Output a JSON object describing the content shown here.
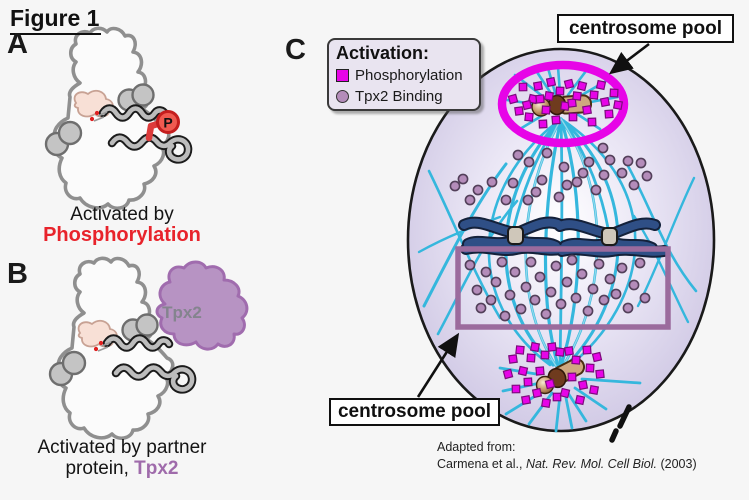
{
  "figure": {
    "title": "Figure 1"
  },
  "panels": {
    "a": {
      "label": "A",
      "caption_line1": "Activated by",
      "caption_line2": "Phosphorylation",
      "phosphate_label": "P"
    },
    "b": {
      "label": "B",
      "caption_line1": "Activated by partner",
      "caption_line2_prefix": "protein, ",
      "partner_name": "Tpx2",
      "blob_label": "Tpx2"
    },
    "c": {
      "label": "C"
    }
  },
  "legend": {
    "title": "Activation:",
    "items": [
      {
        "swatch": "magenta-square",
        "label": "Phosphorylation"
      },
      {
        "swatch": "purple-circle",
        "label": "Tpx2 Binding"
      }
    ]
  },
  "annotations": {
    "top_label": "centrosome pool",
    "bottom_label": "centrosome pool"
  },
  "citation": {
    "line1": "Adapted from:",
    "line2_prefix": "Carmena et al., ",
    "line2_journal": "Nat. Rev. Mol. Cell Biol.",
    "line2_suffix": " (2003)"
  },
  "colors": {
    "phosphorylation_magenta": "#e704e7",
    "magenta_border": "#7c0b7c",
    "tpx2_dot": "#b48cba",
    "tpx2_dot_border": "#53405a",
    "microtubule_cyan": "#35b7dd",
    "chromosome_navy": "#2f4f86",
    "activation_red": "#e8232b",
    "tpx2_purple": "#9f6bab"
  },
  "figure_c_markers": {
    "phospho_squares_top": [
      [
        513,
        99
      ],
      [
        519,
        111
      ],
      [
        523,
        87
      ],
      [
        529,
        117
      ],
      [
        533,
        99
      ],
      [
        538,
        86
      ],
      [
        543,
        124
      ],
      [
        546,
        110
      ],
      [
        549,
        96
      ],
      [
        551,
        82
      ],
      [
        556,
        120
      ],
      [
        560,
        91
      ],
      [
        565,
        106
      ],
      [
        569,
        84
      ],
      [
        572,
        103
      ],
      [
        573,
        117
      ],
      [
        577,
        96
      ],
      [
        582,
        86
      ],
      [
        587,
        110
      ],
      [
        592,
        122
      ],
      [
        594,
        95
      ],
      [
        601,
        85
      ],
      [
        605,
        102
      ],
      [
        609,
        114
      ],
      [
        614,
        93
      ],
      [
        618,
        105
      ],
      [
        527,
        105
      ],
      [
        540,
        99
      ]
    ],
    "phospho_squares_bottom": [
      [
        508,
        374
      ],
      [
        513,
        359
      ],
      [
        516,
        389
      ],
      [
        520,
        350
      ],
      [
        523,
        371
      ],
      [
        526,
        400
      ],
      [
        528,
        382
      ],
      [
        531,
        358
      ],
      [
        535,
        347
      ],
      [
        537,
        393
      ],
      [
        540,
        371
      ],
      [
        545,
        355
      ],
      [
        546,
        403
      ],
      [
        550,
        384
      ],
      [
        552,
        347
      ],
      [
        557,
        397
      ],
      [
        560,
        352
      ],
      [
        565,
        393
      ],
      [
        569,
        351
      ],
      [
        572,
        377
      ],
      [
        576,
        360
      ],
      [
        580,
        400
      ],
      [
        583,
        385
      ],
      [
        587,
        350
      ],
      [
        590,
        368
      ],
      [
        594,
        390
      ],
      [
        597,
        357
      ],
      [
        600,
        374
      ]
    ],
    "tpx2_dots_upper": [
      [
        455,
        186
      ],
      [
        463,
        179
      ],
      [
        470,
        200
      ],
      [
        478,
        190
      ],
      [
        492,
        182
      ],
      [
        506,
        200
      ],
      [
        513,
        183
      ],
      [
        518,
        155
      ],
      [
        528,
        200
      ],
      [
        529,
        162
      ],
      [
        536,
        192
      ],
      [
        542,
        180
      ],
      [
        547,
        153
      ],
      [
        559,
        197
      ],
      [
        564,
        167
      ],
      [
        567,
        185
      ],
      [
        577,
        182
      ],
      [
        583,
        173
      ],
      [
        589,
        162
      ],
      [
        596,
        190
      ],
      [
        603,
        148
      ],
      [
        604,
        175
      ],
      [
        610,
        160
      ],
      [
        622,
        173
      ],
      [
        628,
        161
      ],
      [
        634,
        185
      ],
      [
        641,
        163
      ],
      [
        647,
        176
      ]
    ],
    "tpx2_dots_lower": [
      [
        470,
        265
      ],
      [
        477,
        290
      ],
      [
        481,
        308
      ],
      [
        486,
        272
      ],
      [
        491,
        300
      ],
      [
        496,
        282
      ],
      [
        502,
        262
      ],
      [
        505,
        316
      ],
      [
        510,
        295
      ],
      [
        515,
        272
      ],
      [
        521,
        309
      ],
      [
        526,
        287
      ],
      [
        531,
        262
      ],
      [
        535,
        300
      ],
      [
        540,
        277
      ],
      [
        546,
        314
      ],
      [
        551,
        292
      ],
      [
        556,
        266
      ],
      [
        561,
        304
      ],
      [
        567,
        282
      ],
      [
        572,
        260
      ],
      [
        576,
        298
      ],
      [
        582,
        274
      ],
      [
        588,
        311
      ],
      [
        593,
        289
      ],
      [
        599,
        264
      ],
      [
        604,
        300
      ],
      [
        610,
        279
      ],
      [
        616,
        294
      ],
      [
        622,
        268
      ],
      [
        628,
        308
      ],
      [
        634,
        285
      ],
      [
        640,
        263
      ],
      [
        645,
        298
      ]
    ]
  }
}
